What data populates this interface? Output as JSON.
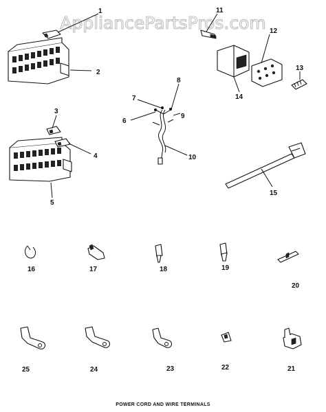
{
  "watermark": "AppliancePartsPros.com",
  "caption": "POWER CORD AND WIRE TERMINALS",
  "callouts": [
    "1",
    "2",
    "3",
    "4",
    "5",
    "6",
    "7",
    "8",
    "9",
    "10",
    "11",
    "12",
    "13",
    "14",
    "15",
    "16",
    "17",
    "18",
    "19",
    "20",
    "21",
    "22",
    "23",
    "24",
    "25"
  ]
}
